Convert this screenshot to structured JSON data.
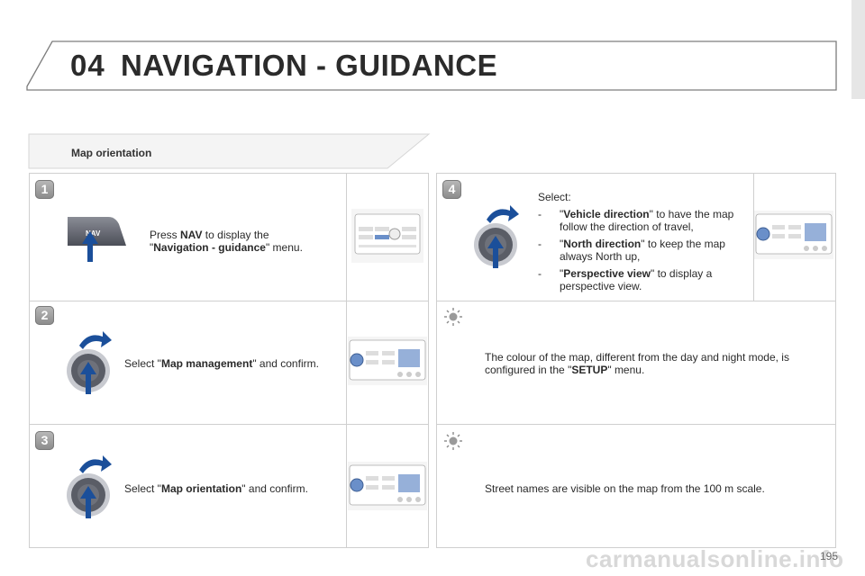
{
  "header": {
    "chapter_number": "04",
    "chapter_title": "NAVIGATION - GUIDANCE"
  },
  "section": {
    "title": "Map orientation"
  },
  "steps": [
    {
      "badge": "1",
      "button_label": "NAV",
      "text_pre": "Press ",
      "text_bold": "NAV",
      "text_mid": " to display the",
      "text_quote_open": "\"",
      "text_bold2": "Navigation - guidance",
      "text_post": "\" menu.",
      "illustration": "radio-panel-nav"
    },
    {
      "badge": "2",
      "text_pre": "Select \"",
      "text_bold": "Map management",
      "text_post": "\" and confirm.",
      "illustration": "radio-panel-dial"
    },
    {
      "badge": "3",
      "text_pre": "Select \"",
      "text_bold": "Map orientation",
      "text_post": "\" and confirm.",
      "illustration": "radio-panel-dial"
    },
    {
      "badge": "4",
      "intro": "Select:",
      "options": [
        {
          "dash": "-",
          "pre": "\"",
          "bold": "Vehicle direction",
          "post": "\" to have the map follow the direction of travel,"
        },
        {
          "dash": "-",
          "pre": "\"",
          "bold": "North direction",
          "post": "\" to keep the map always North up,"
        },
        {
          "dash": "-",
          "pre": "\"",
          "bold": "Perspective view",
          "post": "\" to display a perspective view."
        }
      ],
      "illustration": "radio-panel-dial"
    }
  ],
  "tips": [
    {
      "icon": "lightbulb-icon",
      "text_pre": "The colour of the map, different from the day and night mode, is configured in the \"",
      "text_bold": "SETUP",
      "text_post": "\" menu."
    },
    {
      "icon": "lightbulb-icon",
      "text": "Street names are visible on the map from the 100 m scale."
    }
  ],
  "footer": {
    "page_number": "195",
    "watermark": "carmanualsonline.info"
  },
  "colors": {
    "frame": "#cfcfcf",
    "header_line": "#7d7d7d",
    "arrow": "#1b4f9a",
    "knob": "#5a5d66"
  }
}
